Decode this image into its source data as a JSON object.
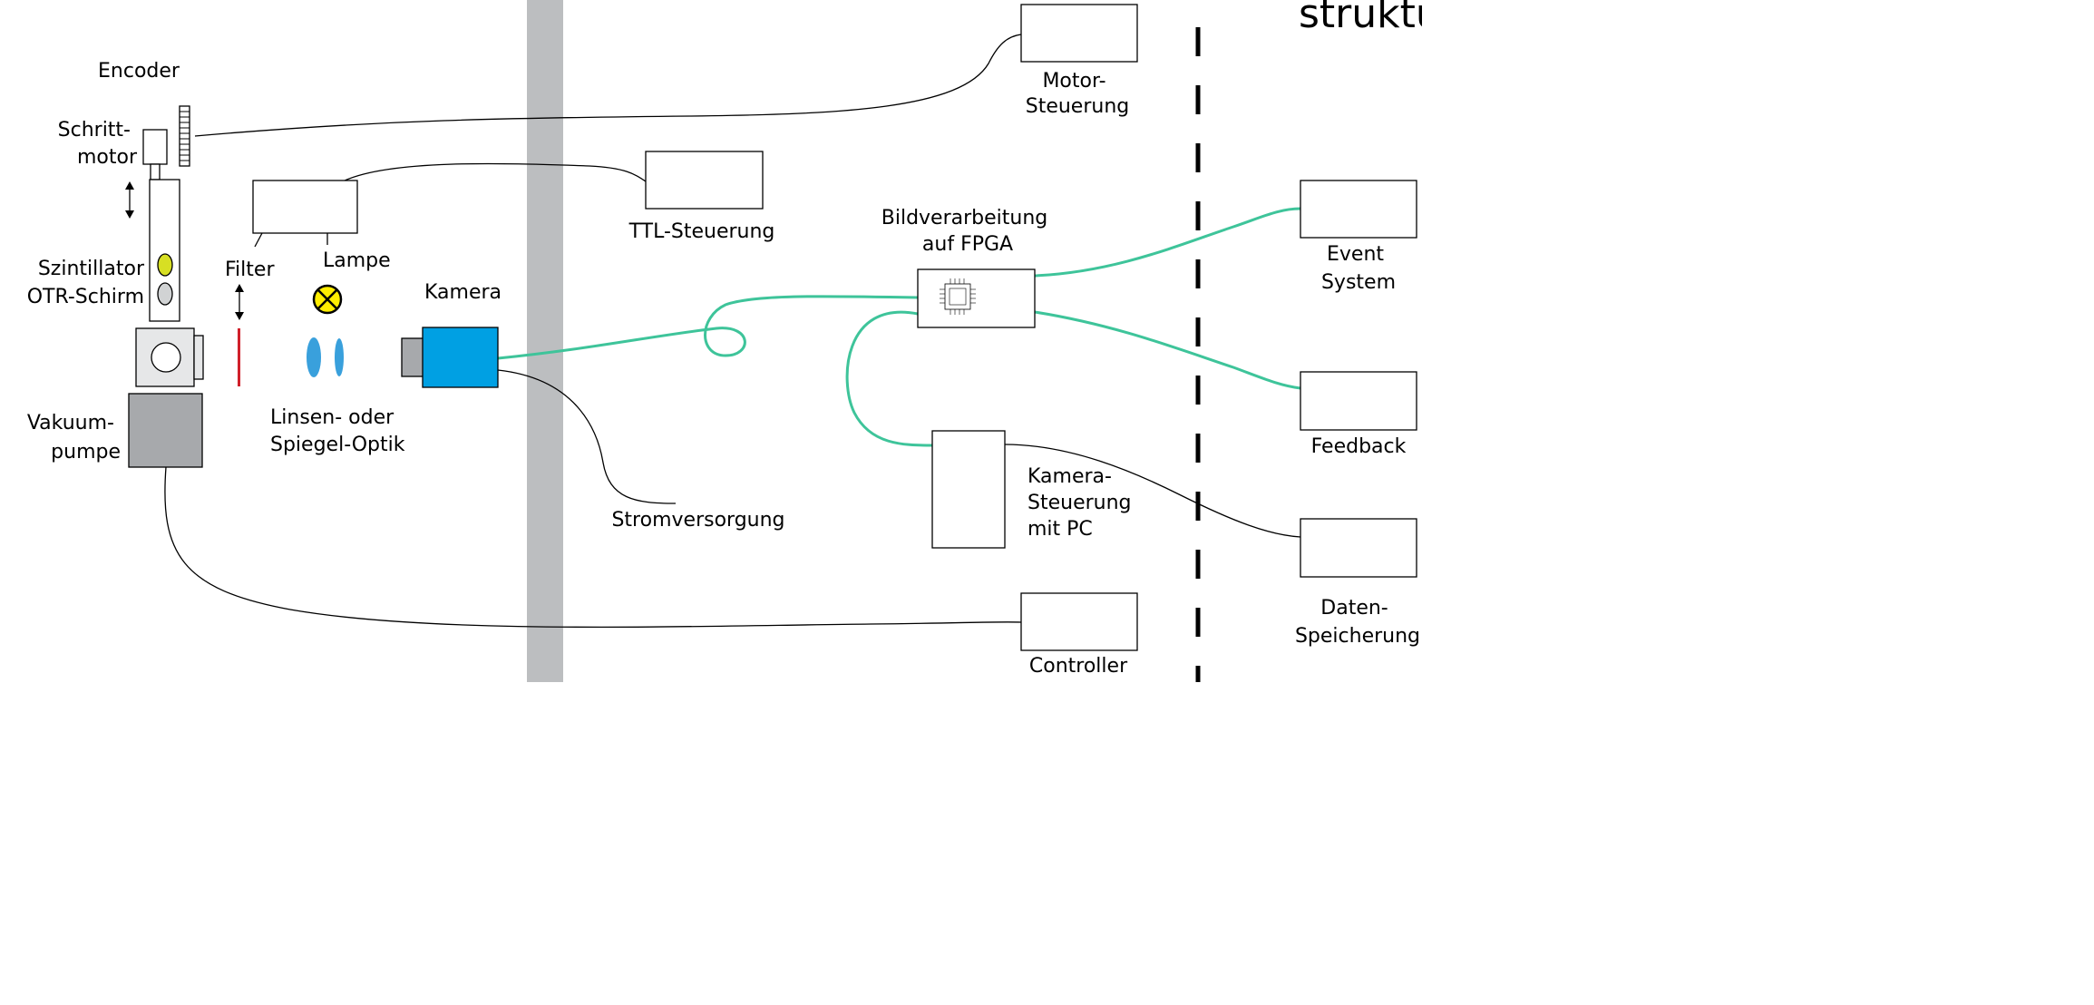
{
  "title_fragment": "struktur",
  "colors": {
    "fiber": "#3ec49a",
    "wall": "#bcbec0",
    "camera": "#00a0e3",
    "lens": "#39a0dc",
    "filter": "#d0202a",
    "scintillator": "#d7df23",
    "otr_screen": "#d1d3d4",
    "vacuum_pump": "#a7a9ac",
    "lamp": "#ffed00"
  },
  "labels": {
    "encoder": "Encoder",
    "stepper_motor": [
      "Schritt-",
      "motor"
    ],
    "scintillator": "Szintillator",
    "otr_screen": "OTR-Schirm",
    "filter": "Filter",
    "lamp": "Lampe",
    "camera": "Kamera",
    "vacuum_pump": [
      "Vakuum-",
      "pumpe"
    ],
    "optics": [
      "Linsen- oder",
      "Spiegel-Optik"
    ],
    "ttl_control": "TTL-Steuerung",
    "power_supply": "Stromversorgung",
    "motor_control": [
      "Motor-",
      "Steuerung"
    ],
    "fpga": [
      "Bildverarbeitung",
      "auf FPGA"
    ],
    "camera_control": [
      "Kamera-",
      "Steuerung",
      "mit PC"
    ],
    "controller": "Controller",
    "event_system": [
      "Event",
      "System"
    ],
    "feedback": "Feedback",
    "data_storage": [
      "Daten-",
      "Speicherung"
    ]
  }
}
